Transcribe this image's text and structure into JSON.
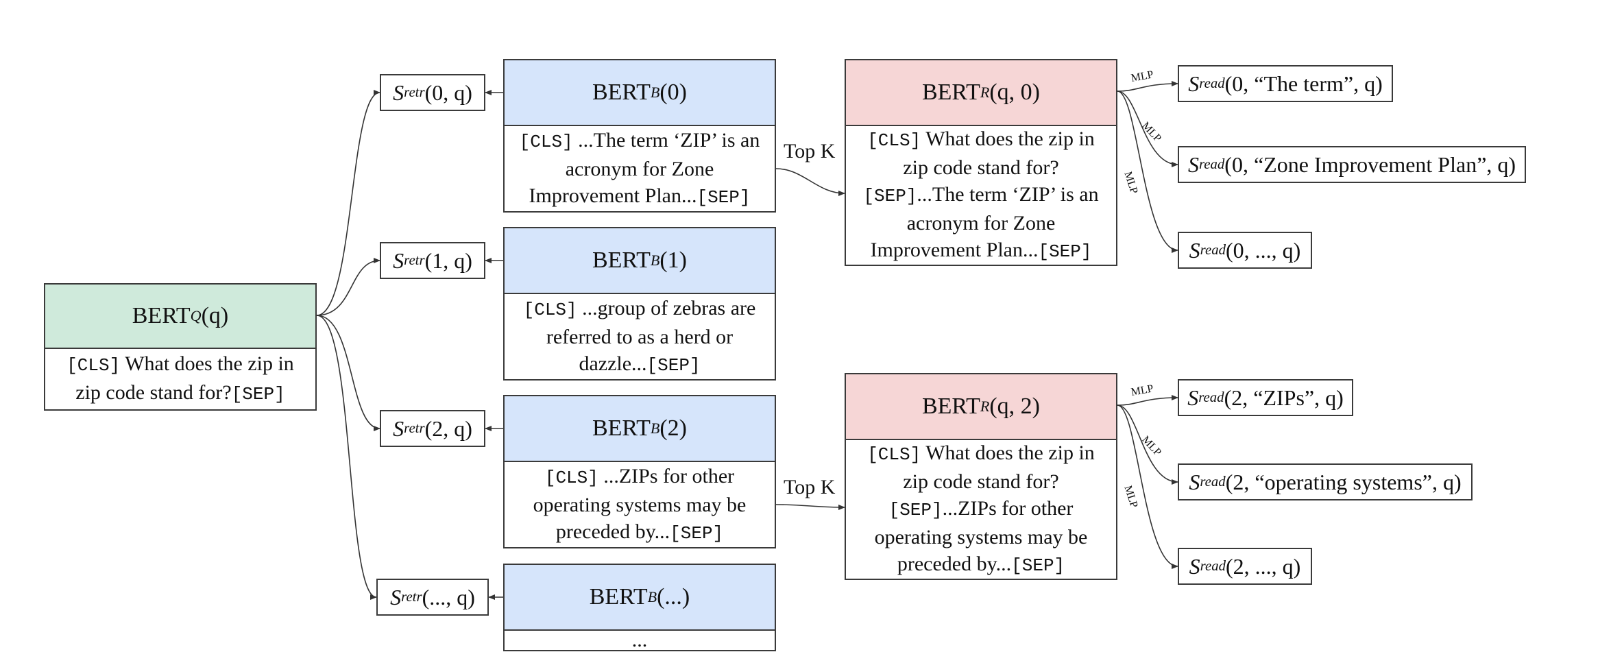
{
  "query": {
    "head": {
      "base": "BERT",
      "sub": "Q",
      "arg": "(q)"
    },
    "body": [
      "[CLS]",
      "What does the zip in zip code stand for?",
      "[SEP]"
    ]
  },
  "passages": [
    {
      "head": {
        "base": "BERT",
        "sub": "B",
        "arg": "(0)"
      },
      "body": [
        "[CLS]",
        "...The term ‘ZIP’ is an acronym for Zone Improvement Plan...",
        "[SEP]"
      ],
      "score": {
        "base": "S",
        "sub": "retr",
        "arg": "(0, q)"
      }
    },
    {
      "head": {
        "base": "BERT",
        "sub": "B",
        "arg": "(1)"
      },
      "body": [
        "[CLS]",
        "...group of zebras are referred to as a herd or dazzle...",
        "[SEP]"
      ],
      "score": {
        "base": "S",
        "sub": "retr",
        "arg": "(1, q)"
      }
    },
    {
      "head": {
        "base": "BERT",
        "sub": "B",
        "arg": "(2)"
      },
      "body": [
        "[CLS]",
        "...ZIPs for other operating systems may be preceded by...",
        "[SEP]"
      ],
      "score": {
        "base": "S",
        "sub": "retr",
        "arg": "(2, q)"
      }
    },
    {
      "head": {
        "base": "BERT",
        "sub": "B",
        "arg": "(...)"
      },
      "body": [
        "",
        "...",
        ""
      ],
      "score": {
        "base": "S",
        "sub": "retr",
        "arg": "(..., q)"
      }
    }
  ],
  "topk_label": "Top K",
  "mlp_label": "MLP",
  "readers": [
    {
      "head": {
        "base": "BERT",
        "sub": "R",
        "arg": "(q, 0)"
      },
      "body": [
        "[CLS]",
        "What does the zip in zip code stand for?",
        "[SEP]",
        "...The term ‘ZIP’ is an acronym for Zone Improvement Plan...",
        "[SEP]"
      ],
      "outputs": [
        {
          "base": "S",
          "sub": "read",
          "arg": "(0, “The term”, q)"
        },
        {
          "base": "S",
          "sub": "read",
          "arg": "(0, “Zone Improvement Plan”, q)"
        },
        {
          "base": "S",
          "sub": "read",
          "arg": "(0, ..., q)"
        }
      ]
    },
    {
      "head": {
        "base": "BERT",
        "sub": "R",
        "arg": "(q, 2)"
      },
      "body": [
        "[CLS]",
        "What does the zip in zip code stand for?",
        "[SEP]",
        "...ZIPs for other operating systems may be preceded by...",
        "[SEP]"
      ],
      "outputs": [
        {
          "base": "S",
          "sub": "read",
          "arg": "(2, “ZIPs”, q)"
        },
        {
          "base": "S",
          "sub": "read",
          "arg": "(2, “operating systems”, q)"
        },
        {
          "base": "S",
          "sub": "read",
          "arg": "(2, ..., q)"
        }
      ]
    }
  ]
}
